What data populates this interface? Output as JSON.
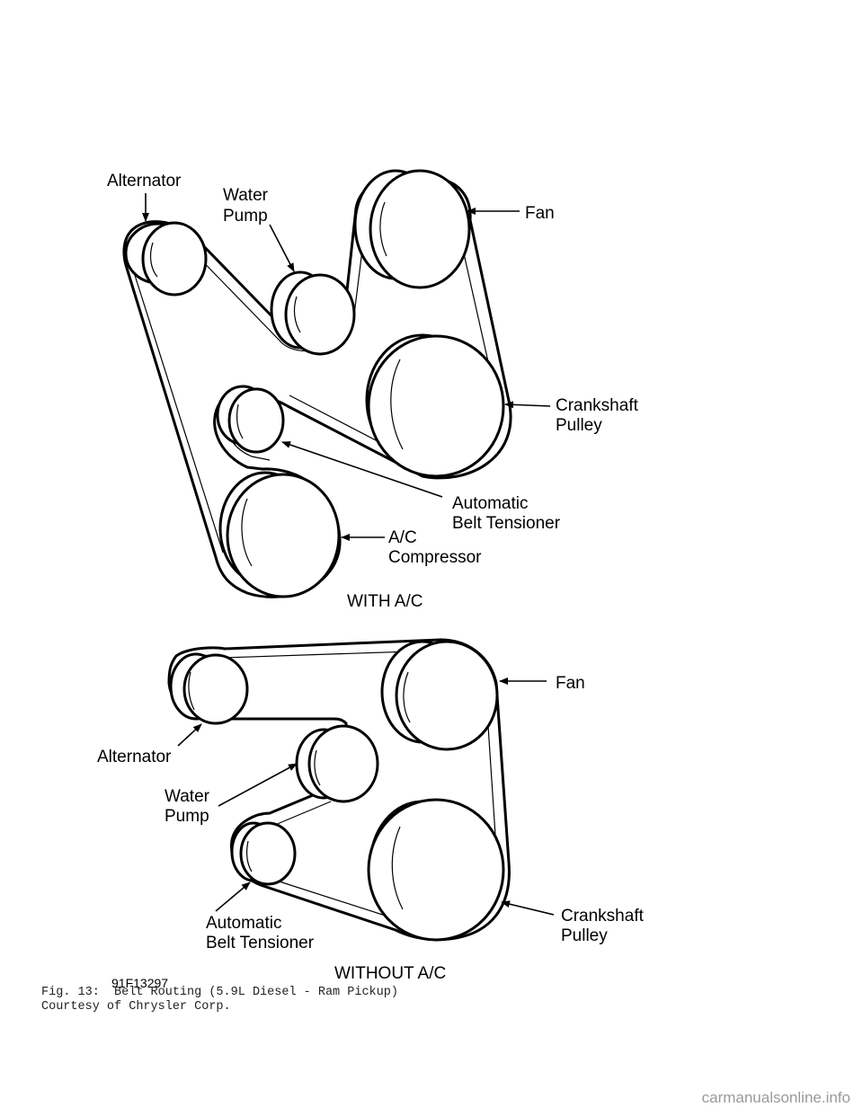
{
  "with_ac": {
    "labels": {
      "alternator": "Alternator",
      "water": "Water",
      "pump": "Pump",
      "fan": "Fan",
      "crankshaft": "Crankshaft",
      "pulley": "Pulley",
      "automatic": "Automatic",
      "belt_tensioner": "Belt Tensioner",
      "ac": "A/C",
      "compressor": "Compressor"
    },
    "heading": "WITH A/C"
  },
  "without_ac": {
    "labels": {
      "fan": "Fan",
      "alternator": "Alternator",
      "water": "Water",
      "pump": "Pump",
      "crankshaft": "Crankshaft",
      "pulley": "Pulley",
      "automatic": "Automatic",
      "belt_tensioner": "Belt Tensioner"
    },
    "heading": "WITHOUT A/C"
  },
  "figure_code": "91F13297",
  "caption": {
    "line1": "Fig. 13:  Belt Routing (5.9L Diesel - Ram Pickup)",
    "line2": "Courtesy of Chrysler Corp."
  },
  "watermark": "carmanualsonline.info"
}
